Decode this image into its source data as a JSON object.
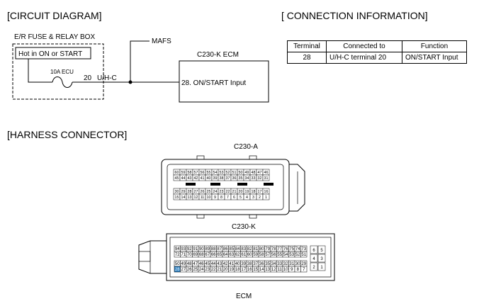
{
  "headings": {
    "circuit": "[CIRCUIT DIAGRAM]",
    "connection": "[ CONNECTION INFORMATION]",
    "harness": "[HARNESS CONNECTOR]"
  },
  "circuit": {
    "fuse_box_label": "E/R FUSE & RELAY BOX",
    "hot_label": "Hot in ON or START",
    "fuse_label": "10A ECU",
    "terminal_num": "20",
    "wire_label": "U/H-C",
    "mafs_label": "MAFS",
    "ecm_title": "C230-K ECM",
    "ecm_pin_label": "28. ON/START Input"
  },
  "connection_table": {
    "headers": [
      "Terminal",
      "Connected to",
      "Function"
    ],
    "rows": [
      [
        "28",
        "U/H-C terminal 20",
        "ON/START Input"
      ]
    ]
  },
  "harness": {
    "c230a_label": "C230-A",
    "c230k_label": "C230-K",
    "ecm_label": "ECM",
    "c230a_row1": [
      "60",
      "59",
      "58",
      "57",
      "56",
      "55",
      "54",
      "53",
      "52",
      "51",
      "50",
      "49",
      "48",
      "47",
      "46"
    ],
    "c230a_row2": [
      "45",
      "44",
      "43",
      "42",
      "41",
      "40",
      "39",
      "38",
      "37",
      "36",
      "35",
      "34",
      "33",
      "32",
      "31"
    ],
    "c230a_row3": [
      "30",
      "29",
      "28",
      "27",
      "26",
      "25",
      "24",
      "23",
      "22",
      "21",
      "20",
      "19",
      "18",
      "17",
      "16"
    ],
    "c230a_row4": [
      "15",
      "14",
      "13",
      "12",
      "11",
      "10",
      "9",
      "8",
      "7",
      "6",
      "5",
      "4",
      "3",
      "2",
      "1"
    ],
    "c230k_row1": [
      "94",
      "93",
      "92",
      "91",
      "90",
      "89",
      "88",
      "87",
      "86",
      "85",
      "84",
      "83",
      "82",
      "81",
      "80",
      "79",
      "78",
      "77",
      "76",
      "75",
      "74",
      "73"
    ],
    "c230k_row2": [
      "72",
      "71",
      "70",
      "69",
      "68",
      "67",
      "66",
      "65",
      "64",
      "63",
      "62",
      "61",
      "60",
      "59",
      "58",
      "57",
      "56",
      "55",
      "54",
      "53",
      "52",
      "51"
    ],
    "c230k_row3": [
      "50",
      "49",
      "48",
      "47",
      "46",
      "45",
      "44",
      "43",
      "42",
      "41",
      "40",
      "39",
      "38",
      "37",
      "36",
      "35",
      "34",
      "33",
      "32",
      "31",
      "30",
      "29"
    ],
    "c230k_row4": [
      "28",
      "27",
      "26",
      "25",
      "24",
      "23",
      "22",
      "21",
      "20",
      "19",
      "18",
      "17",
      "16",
      "15",
      "14",
      "13",
      "12",
      "11",
      "10",
      "9",
      "8",
      "7"
    ],
    "c230k_side": [
      "6",
      "5",
      "4",
      "3",
      "2",
      "1"
    ],
    "highlight_pin": "28",
    "highlight_color": "#2b7fc0"
  }
}
